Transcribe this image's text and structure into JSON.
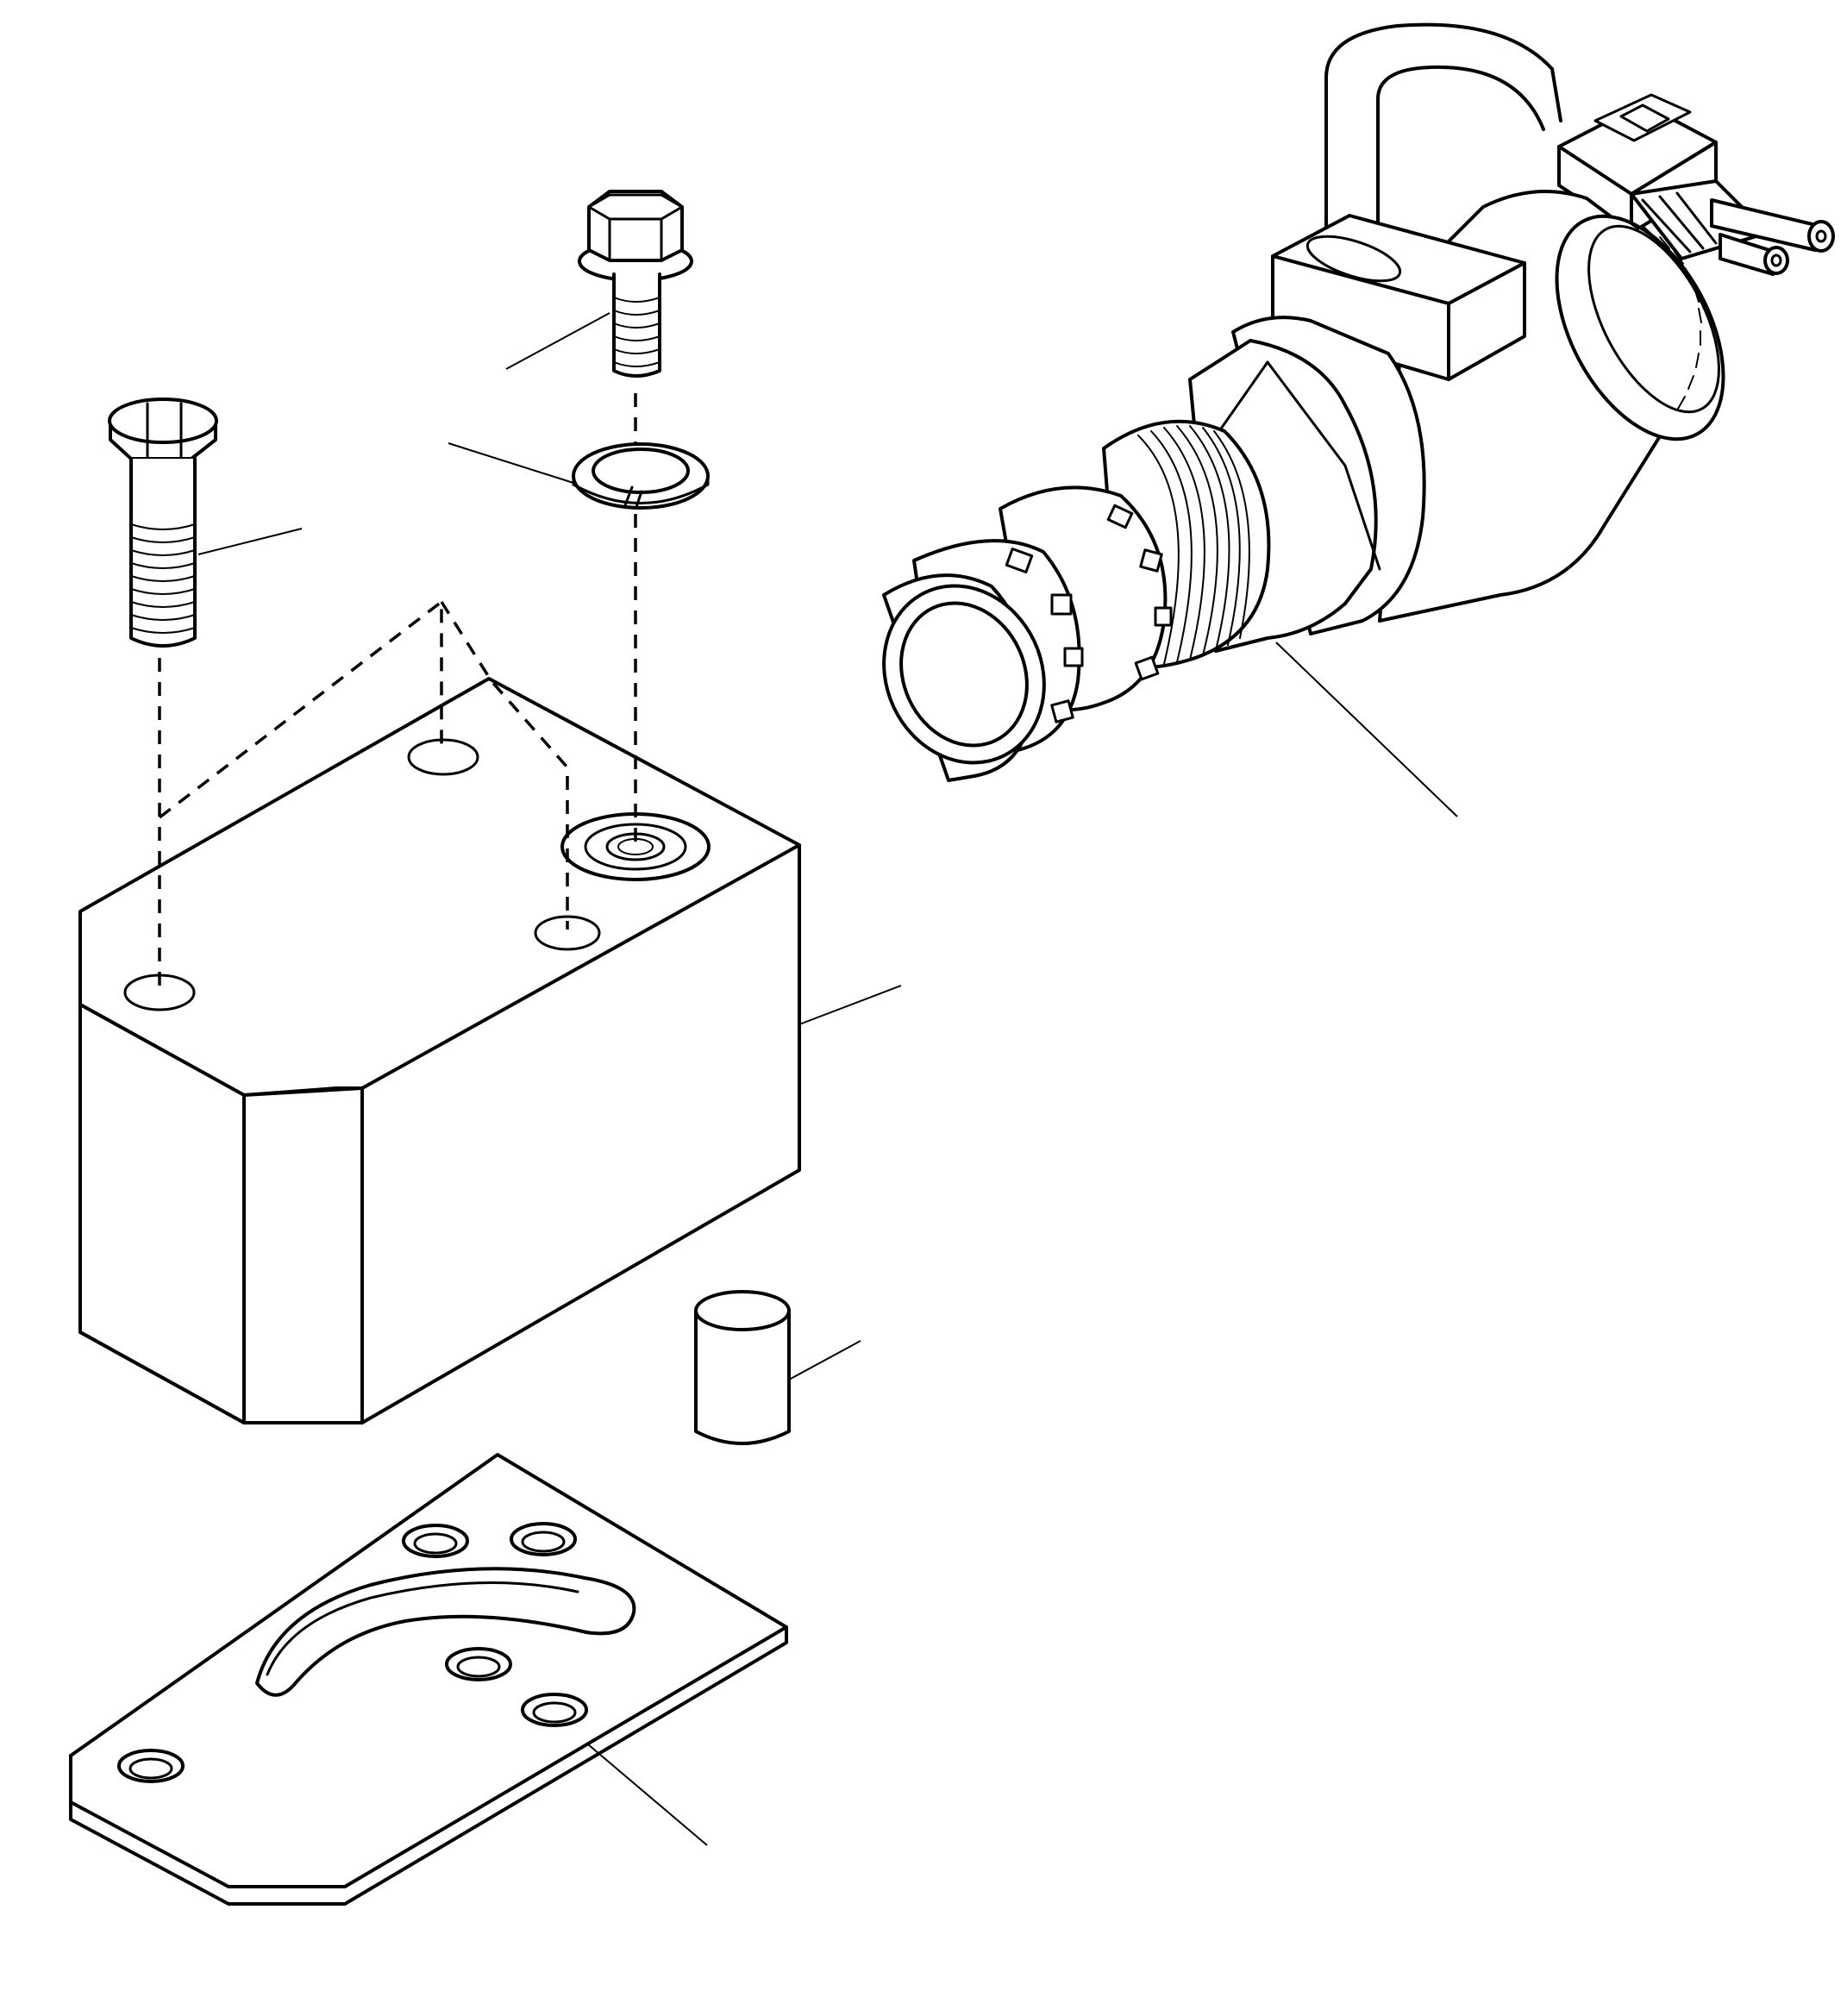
{
  "figure": {
    "kind": "exploded parts diagram",
    "ink_color": "#000000",
    "paper_color": "#ffffff",
    "parts": [
      "flange-bolt",
      "hex-bolt",
      "lock-washer",
      "valve-block",
      "solenoid-valve",
      "dowel-pin",
      "gasket-plate"
    ],
    "callout_labels": []
  }
}
